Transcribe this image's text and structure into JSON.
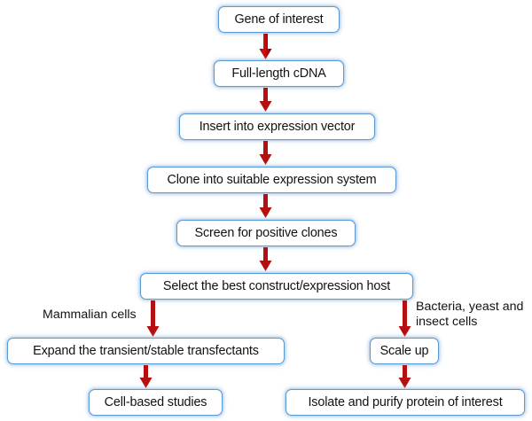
{
  "diagram": {
    "title": "Protein expression workflow flowchart",
    "colors": {
      "node_border": "#5b9bd5",
      "node_fill": "#ffffff",
      "arrow": "#c00000",
      "text": "#121212",
      "background": "#ffffff"
    },
    "nodes": [
      {
        "id": "gene-of-interest",
        "label": "Gene of interest"
      },
      {
        "id": "full-length-cdna",
        "label": "Full-length cDNA"
      },
      {
        "id": "insert-into-vector",
        "label": "Insert into expression vector"
      },
      {
        "id": "clone-into-system",
        "label": "Clone into suitable expression system"
      },
      {
        "id": "screen-positive-clones",
        "label": "Screen for positive clones"
      },
      {
        "id": "select-best-construct",
        "label": "Select the best construct/expression host"
      },
      {
        "id": "expand-transfectants",
        "label": "Expand the transient/stable transfectants"
      },
      {
        "id": "scale-up",
        "label": "Scale up"
      },
      {
        "id": "cell-based-studies",
        "label": "Cell-based studies"
      },
      {
        "id": "isolate-purify-protein",
        "label": "Isolate and purify protein of interest"
      }
    ],
    "edge_labels": {
      "left_branch": "Mammalian cells",
      "right_branch": "Bacteria, yeast and insect cells"
    },
    "icons": {
      "arrow": "down-arrow-icon"
    }
  },
  "chart_data": {
    "type": "flowchart",
    "title": "Protein expression workflow",
    "orientation": "top-to-bottom",
    "steps": [
      "Gene of interest",
      "Full-length cDNA",
      "Insert into expression vector",
      "Clone into suitable expression system",
      "Screen for positive clones",
      "Select the best construct/expression host"
    ],
    "branches": [
      {
        "label": "Mammalian cells",
        "steps": [
          "Expand the transient/stable transfectants",
          "Cell-based studies"
        ]
      },
      {
        "label": "Bacteria, yeast and insect cells",
        "steps": [
          "Scale up",
          "Isolate and purify protein of interest"
        ]
      }
    ]
  }
}
